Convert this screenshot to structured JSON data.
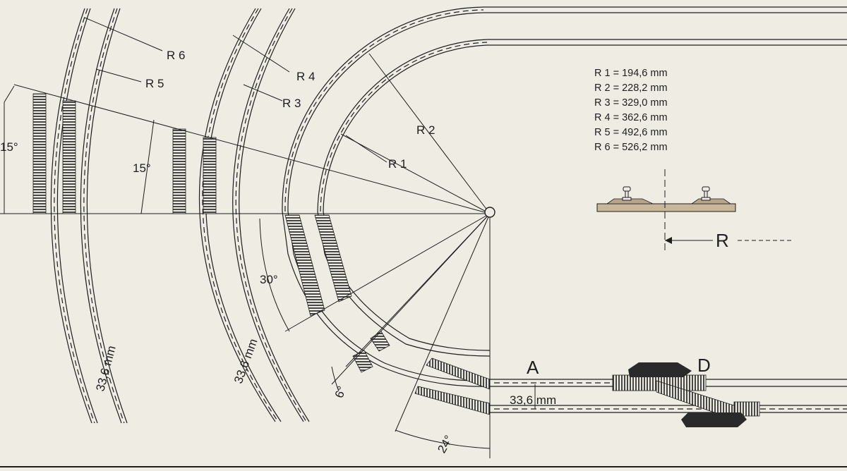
{
  "diagram": {
    "radius_labels": {
      "r1": "R 1",
      "r2": "R 2",
      "r3": "R 3",
      "r4": "R 4",
      "r5": "R 5",
      "r6": "R 6"
    },
    "radius_table": [
      "R 1 = 194,6 mm",
      "R 2 = 228,2 mm",
      "R 3 = 329,0 mm",
      "R 4 = 362,6 mm",
      "R 5 = 492,6 mm",
      "R 6 = 526,2 mm"
    ],
    "angles": {
      "a15_outer": "15°",
      "a15_inner": "15°",
      "a30": "30°",
      "a6": "6°",
      "a24": "24°"
    },
    "spacing": {
      "label_r5r6": "33,6 mm",
      "label_r3r4": "33,6 mm",
      "label_straight": "33,6 mm"
    },
    "points": {
      "a": "A",
      "d": "D"
    },
    "cross_section": {
      "r_label": "R"
    },
    "colors": {
      "ink": "#1e1e1e",
      "paper": "#efece4",
      "roadbed": "#c9b79a",
      "motor": "#2a2a2a"
    }
  }
}
